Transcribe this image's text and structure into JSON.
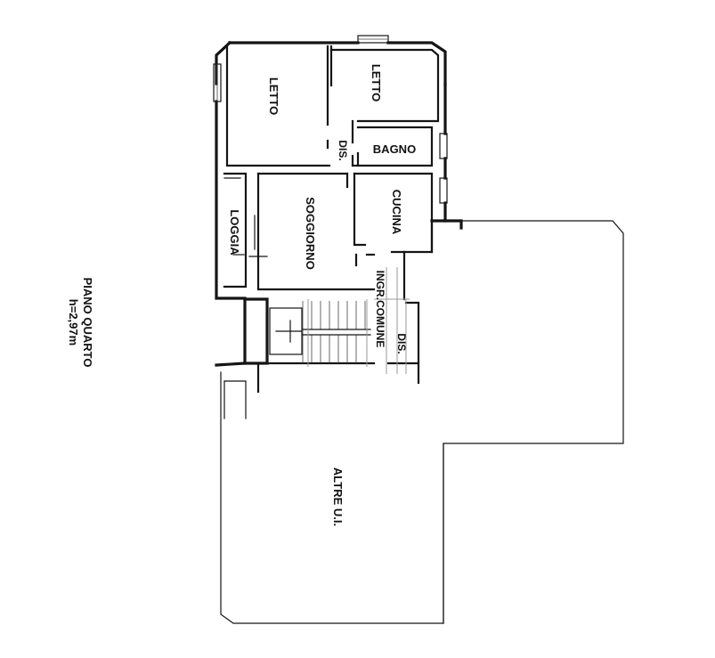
{
  "title": {
    "floor": "PIANO QUARTO",
    "height": "h=2,97m"
  },
  "rooms": {
    "letto_1": "LETTO",
    "letto_2": "LETTO",
    "bagno": "BAGNO",
    "dis_1": "DIS.",
    "cucina": "CUCINA",
    "soggiorno": "SOGGIORNO",
    "loggia": "LOGGIA",
    "ingr_comune": "INGR.COMUNE",
    "dis_2": "DIS.",
    "altre_ui": "ALTRE U.I."
  }
}
